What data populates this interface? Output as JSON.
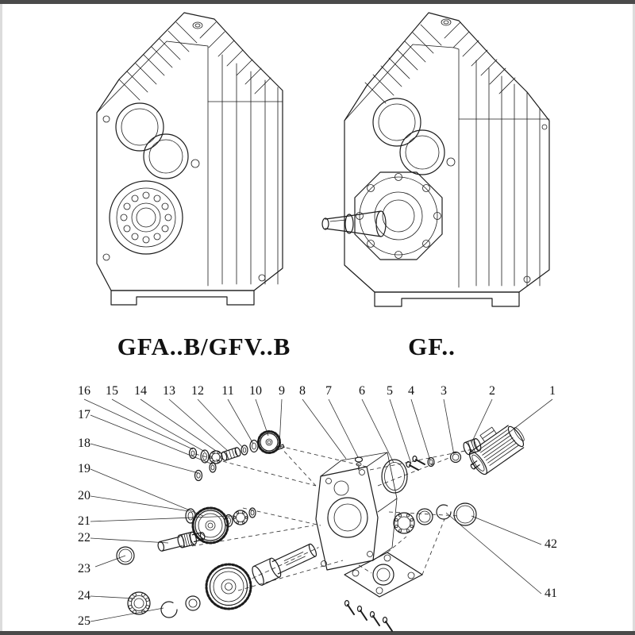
{
  "photo": {
    "ink": "#1c1c1c",
    "paper": "#ffffff",
    "edge": "#4a4a4a"
  },
  "models": {
    "left_label": "GFA..B/GFV..B",
    "right_label": "GF.."
  },
  "exploded": {
    "top_row": [
      "16",
      "15",
      "14",
      "13",
      "12",
      "11",
      "10",
      "9",
      "8",
      "7",
      "6",
      "5",
      "4",
      "3",
      "2",
      "1"
    ],
    "left_col": [
      "17",
      "18",
      "19",
      "20",
      "21",
      "22",
      "23",
      "24",
      "25"
    ],
    "right_col": [
      "42",
      "41"
    ]
  }
}
